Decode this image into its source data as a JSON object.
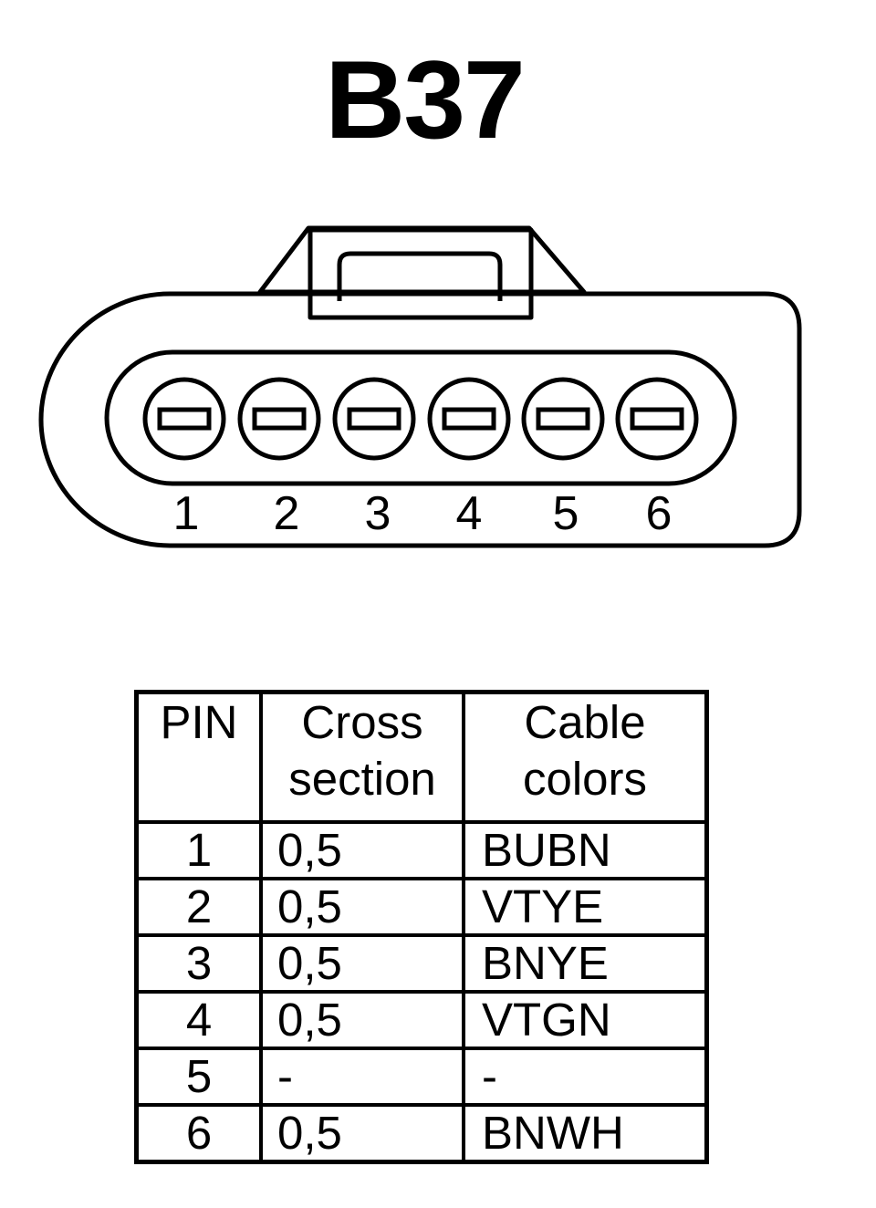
{
  "title": "B37",
  "connector": {
    "pin_labels": [
      "1",
      "2",
      "3",
      "4",
      "5",
      "6"
    ]
  },
  "table": {
    "headers": {
      "pin": "PIN",
      "cross_section_line1": "Cross",
      "cross_section_line2": "section",
      "cable_colors_line1": "Cable",
      "cable_colors_line2": "colors"
    },
    "rows": [
      {
        "pin": "1",
        "cross_section": "0,5",
        "color": "BUBN"
      },
      {
        "pin": "2",
        "cross_section": "0,5",
        "color": "VTYE"
      },
      {
        "pin": "3",
        "cross_section": "0,5",
        "color": "BNYE"
      },
      {
        "pin": "4",
        "cross_section": "0,5",
        "color": "VTGN"
      },
      {
        "pin": "5",
        "cross_section": "-",
        "color": "-"
      },
      {
        "pin": "6",
        "cross_section": "0,5",
        "color": "BNWH"
      }
    ]
  }
}
